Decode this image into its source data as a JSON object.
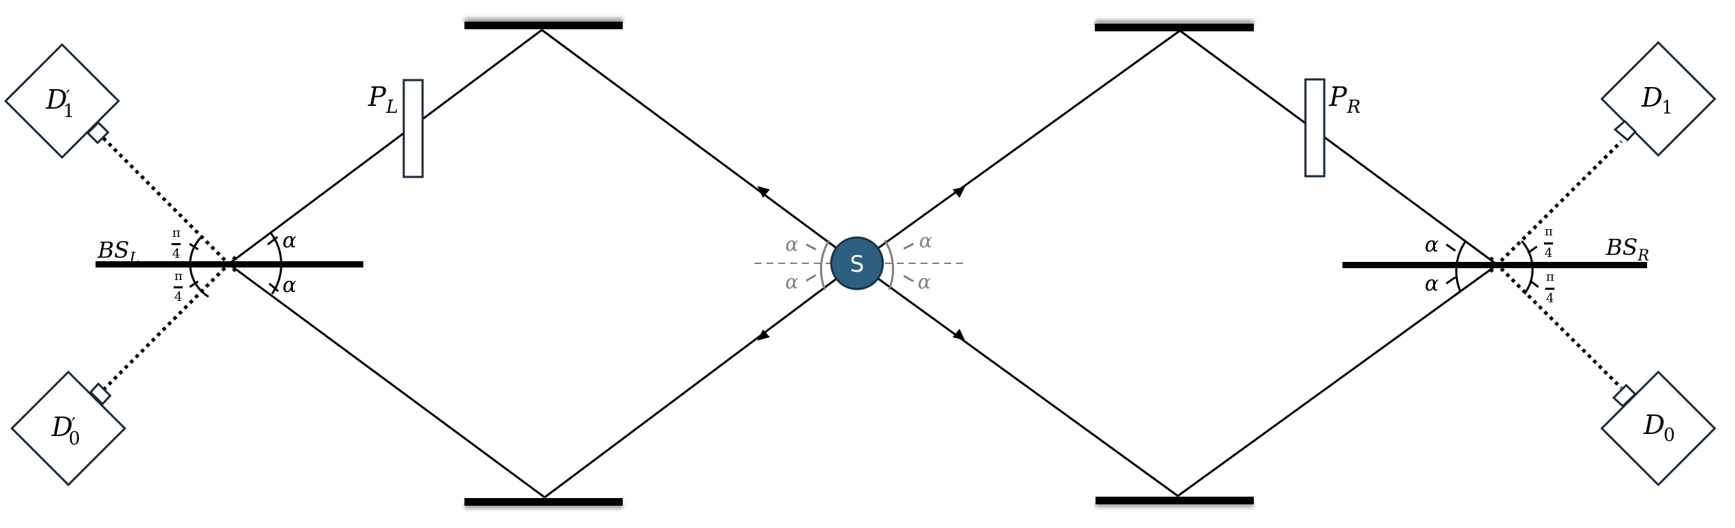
{
  "diagram": {
    "type": "optical-interferometer-setup",
    "source": {
      "label": "S",
      "fill": "#2D5F80",
      "stroke": "#17324A"
    },
    "beam_splitters": [
      {
        "id": "BS_L",
        "label": "BS",
        "subscript": "L"
      },
      {
        "id": "BS_R",
        "label": "BS",
        "subscript": "R"
      }
    ],
    "phase_plates": [
      {
        "id": "P_L",
        "label": "P",
        "subscript": "L"
      },
      {
        "id": "P_R",
        "label": "P",
        "subscript": "R"
      }
    ],
    "detectors": [
      {
        "id": "D1_prime",
        "label": "D",
        "subscript": "1",
        "prime": "′"
      },
      {
        "id": "D0_prime",
        "label": "D",
        "subscript": "0",
        "prime": "′"
      },
      {
        "id": "D1",
        "label": "D",
        "subscript": "1",
        "prime": ""
      },
      {
        "id": "D0",
        "label": "D",
        "subscript": "0",
        "prime": ""
      }
    ],
    "mirrors": [
      "top-left",
      "bottom-left",
      "top-right",
      "bottom-right"
    ],
    "angles": {
      "alpha": "α",
      "pi": "π",
      "four": "4"
    },
    "colors": {
      "beam": "#000000",
      "outline": "#1B2A38",
      "annotation_gray": "#808080"
    }
  }
}
